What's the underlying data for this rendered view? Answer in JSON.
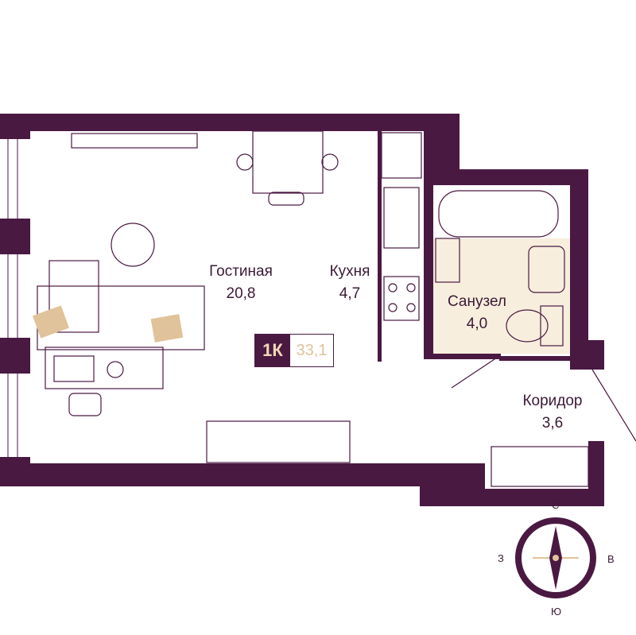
{
  "colors": {
    "wall": "#4a1942",
    "accent": "#e0c39a",
    "bathroom_floor": "#f7eedd",
    "furniture_line": "#4a1942"
  },
  "apartment": {
    "type": "1К",
    "total_area": "33,1"
  },
  "rooms": [
    {
      "name": "Гостиная",
      "area": "20,8"
    },
    {
      "name": "Кухня",
      "area": "4,7"
    },
    {
      "name": "Санузел",
      "area": "4,0"
    },
    {
      "name": "Коридор",
      "area": "3,6"
    }
  ],
  "compass": {
    "north": "С",
    "south": "Ю",
    "west": "З",
    "east": "В"
  }
}
